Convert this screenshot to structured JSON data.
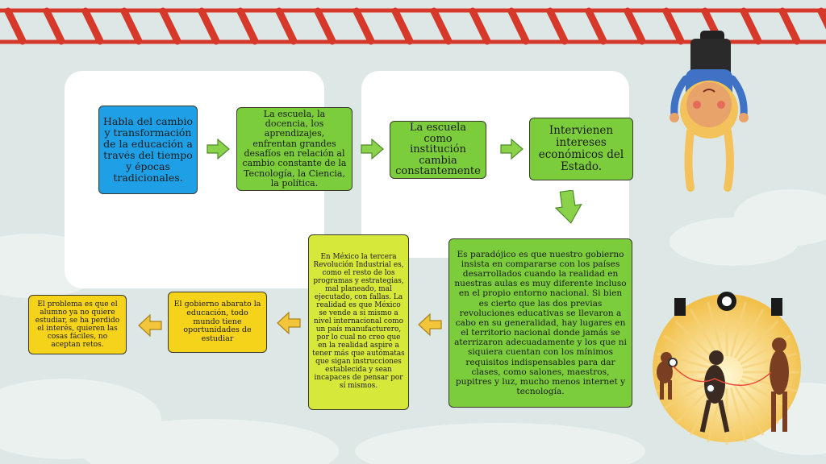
{
  "boxes": {
    "b1": "Habla del cambio y transformación de la educación a través del tiempo y épocas tradicionales.",
    "b2": "La escuela, la docencia, los aprendizajes, enfrentan grandes desafíos en relación al cambio constante de la Tecnología, la Ciencia, la política.",
    "b3": "La escuela como institución cambia constantemente",
    "b4": "Intervienen intereses económicos del Estado.",
    "b5": "Es paradójico es que nuestro gobierno insista en compararse con los países desarrollados cuando la realidad en nuestras aulas es muy diferente incluso en el propio entorno nacional. Si bien es cierto que las dos previas revoluciones educativas se llevaron a cabo en su generalidad, hay lugares en el territorio nacional donde jamás se aterrizaron adecuadamente y los que ni siquiera cuentan con los mínimos requisitos indispensables para dar clases, como salones, maestros, pupitres y luz, mucho menos internet y tecnología.",
    "b6": "En México la tercera Revolución Industrial es, como el resto de los programas y estrategias, mal planeado, mal ejecutado, con fallas. La realidad es que México se vende a si mismo a nivel internacional como un país manufacturero, por lo cual no creo que en la realidad aspire a tener más que autómatas que sigan instrucciones establecida y sean incapaces de pensar por sí mismos.",
    "b7": "El gobierno abarato la educación, todo mundo tiene oportunidades de estudiar",
    "b8": "El problema  es que el alumno ya no quiere estudiar, se ha perdido el interés, quieren las cosas fáciles, no aceptan retos."
  },
  "colors": {
    "background": "#dde8e6",
    "rail": "#d6392a",
    "blue_box": "#1fa0e6",
    "green_box": "#7ccd3c",
    "yellow_box": "#f5d31a",
    "lime_box": "#d6e83a",
    "arrow_green": "#8ad24a",
    "arrow_yellow": "#f2c53a"
  },
  "icons": {
    "top_rail": "ladder-rail",
    "character": "hanging-girl-illustration",
    "evolution": "evolution-circle-illustration"
  }
}
